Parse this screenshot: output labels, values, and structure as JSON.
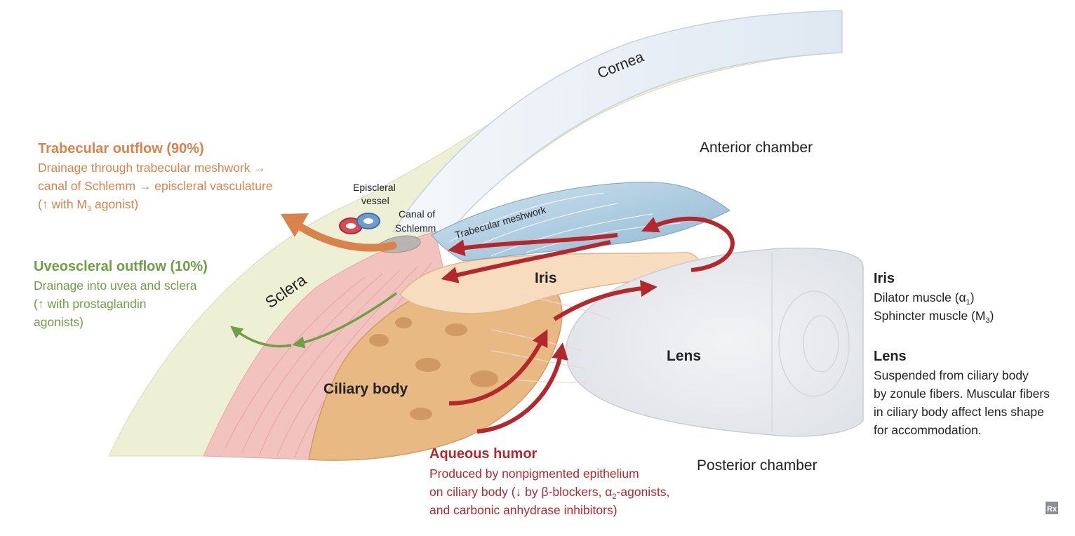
{
  "labels": {
    "cornea": "Cornea",
    "anterior_chamber": "Anterior chamber",
    "posterior_chamber": "Posterior chamber",
    "episcleral_vessel_1": "Episcleral",
    "episcleral_vessel_2": "vessel",
    "canal_1": "Canal of",
    "canal_2": "Schlemm",
    "trabecular_meshwork": "Trabecular meshwork",
    "sclera": "Sclera",
    "iris": "Iris",
    "lens": "Lens",
    "ciliary_body": "Ciliary body"
  },
  "trabecular_outflow": {
    "title": "Trabecular outflow (90%)",
    "line1": "Drainage through trabecular meshwork →",
    "line2": "canal of Schlemm → episcleral vasculature",
    "line3_pre": "(↑ with M",
    "line3_sub": "3",
    "line3_post": " agonist)"
  },
  "uveoscleral_outflow": {
    "title": "Uveoscleral outflow (10%)",
    "line1": "Drainage into uvea and sclera",
    "line2": "(↑ with prostaglandin",
    "line3": "agonists)"
  },
  "aqueous_humor": {
    "title": "Aqueous humor",
    "line1": "Produced by nonpigmented epithelium",
    "line2_pre": "on ciliary body (↓ by β-blockers, α",
    "line2_sub": "2",
    "line2_post": "-agonists,",
    "line3": "and carbonic anhydrase inhibitors)"
  },
  "iris_note": {
    "title": "Iris",
    "line1_pre": "Dilator muscle (α",
    "line1_sub": "1",
    "line1_post": ")",
    "line2_pre": "Sphincter muscle (M",
    "line2_sub": "3",
    "line2_post": ")"
  },
  "lens_note": {
    "title": "Lens",
    "line1": "Suspended from ciliary body",
    "line2": "by zonule fibers. Muscular fibers",
    "line3": "in ciliary body affect lens shape",
    "line4": "for accommodation."
  },
  "logo": "Rx",
  "colors": {
    "trabecular": "#d9824a",
    "uveoscleral": "#6e9e45",
    "aqueous": "#b3282d",
    "sclera": "#eef0d6",
    "cornea": "#e6eef6",
    "iris": "#f8dcc0",
    "ciliary": "#e9b983"
  }
}
